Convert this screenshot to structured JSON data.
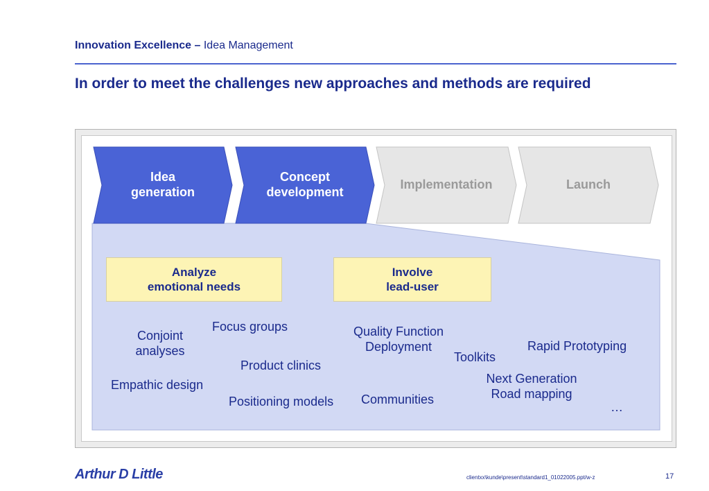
{
  "header": {
    "section_bold": "Innovation Excellence –",
    "section_rest": " Idea Management",
    "title": "In order to meet the challenges new approaches and methods are required"
  },
  "phases": [
    {
      "line1": "Idea",
      "line2": "generation"
    },
    {
      "line1": "Concept",
      "line2": "development"
    },
    {
      "line1": "Implementation",
      "line2": ""
    },
    {
      "line1": "Launch",
      "line2": ""
    }
  ],
  "focus_boxes": [
    {
      "line1": "Analyze",
      "line2": "emotional needs"
    },
    {
      "line1": "Involve",
      "line2": "lead-user"
    }
  ],
  "methods": {
    "conjoint": {
      "line1": "Conjoint",
      "line2": "analyses"
    },
    "focus_groups": "Focus groups",
    "product_clinics": "Product clinics",
    "empathic_design": "Empathic design",
    "positioning_models": "Positioning models",
    "qfd": {
      "line1": "Quality Function",
      "line2": "Deployment"
    },
    "toolkits": "Toolkits",
    "communities": "Communities",
    "rapid_prototyping": "Rapid Prototyping",
    "road_mapping": {
      "line1": "Next Generation",
      "line2": "Road mapping"
    },
    "ellipsis": "…"
  },
  "footer": {
    "logo": "Arthur D Little",
    "path": "clientxx\\kunde\\present\\standard1_01022005.ppt/w-z",
    "page": "17"
  },
  "colors": {
    "active_phase": "#4a63d6",
    "inactive_phase": "#e6e6e6",
    "panel": "#d2d9f4",
    "focus_box": "#fdf4b5",
    "text_navy": "#1a2a8c"
  }
}
